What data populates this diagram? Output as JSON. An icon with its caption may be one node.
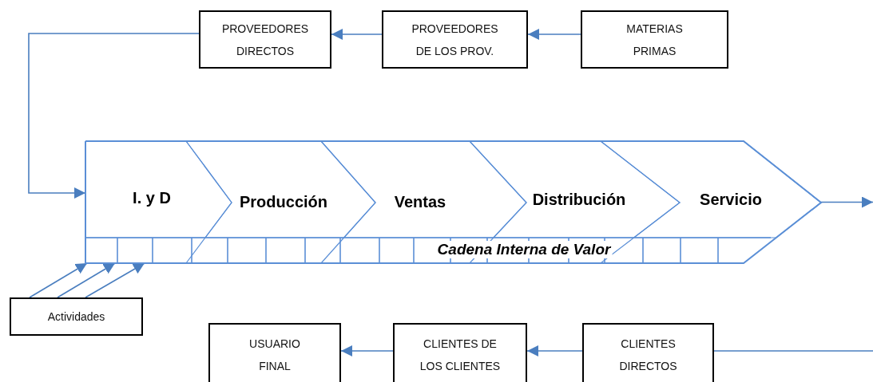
{
  "diagram": {
    "nodes": [
      {
        "text": [
          "PROVEEDORES DIRECTOS"
        ]
      },
      {
        "text": [
          "PROVEEDORES DE LOS PROV."
        ]
      },
      {
        "text": [
          "MATERIAS PRIMAS"
        ]
      },
      {
        "text": [],
        "shape": "arrow"
      },
      {
        "text": [
          "I. y D"
        ],
        "in": 3
      },
      {
        "text": [
          "Producción"
        ],
        "in": 3
      },
      {
        "text": [
          "Ventas"
        ],
        "in": 3
      },
      {
        "text": [
          "Distribución"
        ],
        "in": 3
      },
      {
        "text": [
          "Servicio"
        ],
        "in": 3
      },
      {
        "text": [
          "Cadena Interna de Valor"
        ],
        "in": 3
      },
      {
        "text": [
          "Actividades"
        ]
      },
      {
        "text": [
          "USUARIO FINAL"
        ]
      },
      {
        "text": [
          "CLIENTES DE LOS CLIENTES"
        ]
      },
      {
        "text": [
          "CLIENTES DIRECTOS"
        ]
      }
    ],
    "edges": [
      {
        "from": 2,
        "to": 1,
        "arrow": "to"
      },
      {
        "from": 1,
        "to": 0,
        "arrow": "to"
      },
      {
        "from": 0,
        "to": 3,
        "arrow": "to"
      },
      {
        "from": 3,
        "to": null,
        "arrow": "to"
      },
      {
        "from": 10,
        "to": 9,
        "arrow": "to"
      },
      {
        "from": 10,
        "to": 9,
        "arrow": "to"
      },
      {
        "from": 10,
        "to": 9,
        "arrow": "to"
      },
      {
        "from": null,
        "to": 13,
        "arrow": "none"
      },
      {
        "from": 13,
        "to": 12,
        "arrow": "to"
      },
      {
        "from": 12,
        "to": 11,
        "arrow": "to"
      }
    ]
  }
}
